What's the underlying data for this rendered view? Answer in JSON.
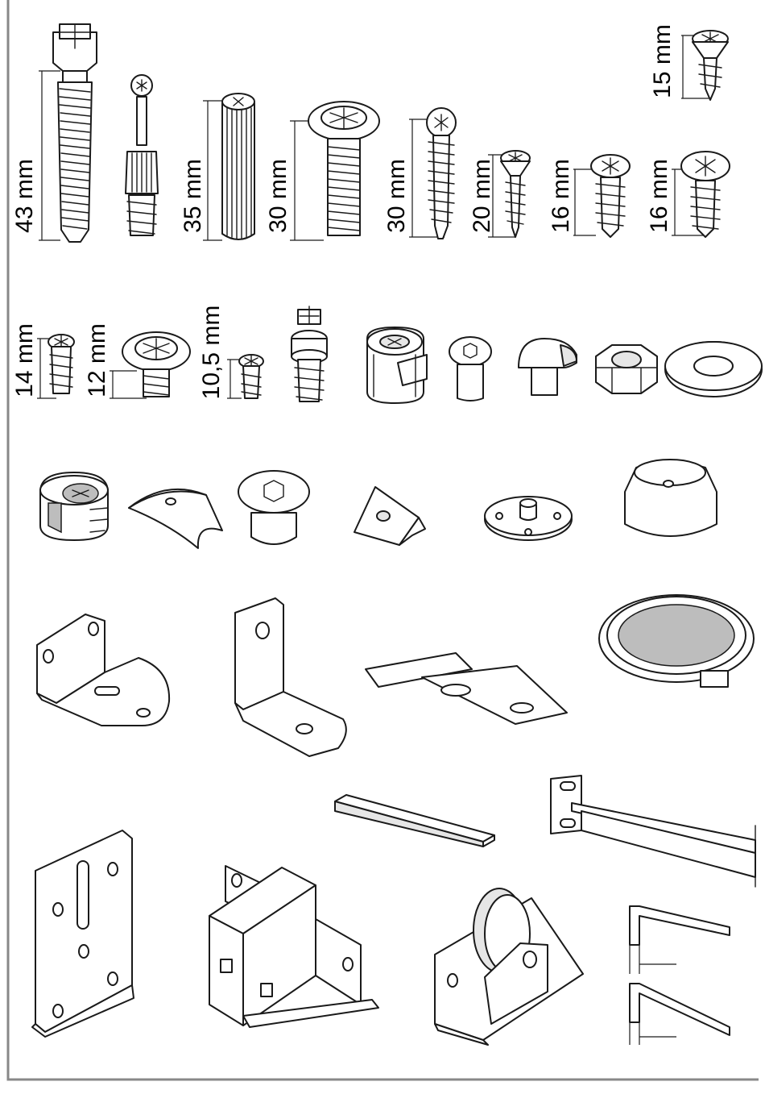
{
  "dimension_labels": {
    "d43": "43 mm",
    "d35": "35 mm",
    "d30a": "30 mm",
    "d30b": "30 mm",
    "d20": "20 mm",
    "d16a": "16 mm",
    "d16b": "16 mm",
    "d15": "15 mm",
    "d14": "14 mm",
    "d12": "12 mm",
    "d10": "10,5 mm"
  },
  "colors": {
    "line": "#1a1a1a",
    "frame": "#888888",
    "background": "#ffffff",
    "fill_light": "#e6e6e6",
    "fill_dark": "#bdbdbd"
  }
}
